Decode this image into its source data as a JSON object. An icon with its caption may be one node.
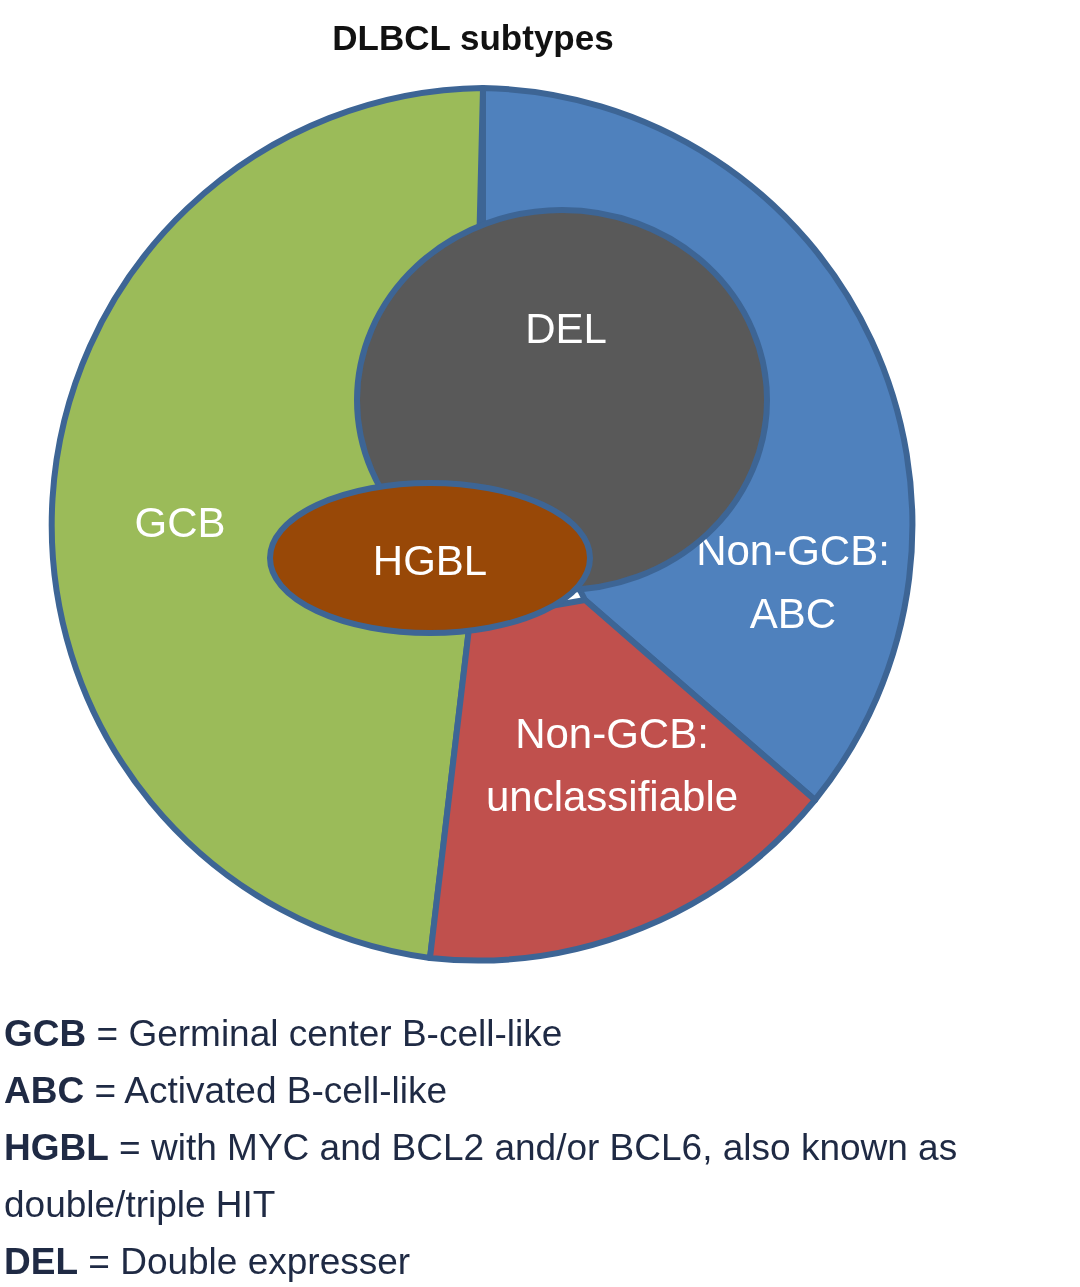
{
  "diagram": {
    "title": "DLBCL subtypes",
    "nodes": [
      {
        "text": [
          "GCB"
        ]
      },
      {
        "text": [
          "Non-GCB: ABC"
        ]
      },
      {
        "text": [
          "Non-GCB: unclassifiable"
        ]
      },
      {
        "text": [
          "DEL"
        ]
      },
      {
        "text": [
          "HGBL"
        ]
      }
    ],
    "edges": [],
    "labels": [
      "**GCB** = Germinal center B-cell-like",
      "**ABC** = Activated B-cell-like",
      "**HGBL** = with MYC and BCL2 and/or BCL6, also known as double/triple HIT",
      "**DEL** = Double expresser"
    ]
  }
}
